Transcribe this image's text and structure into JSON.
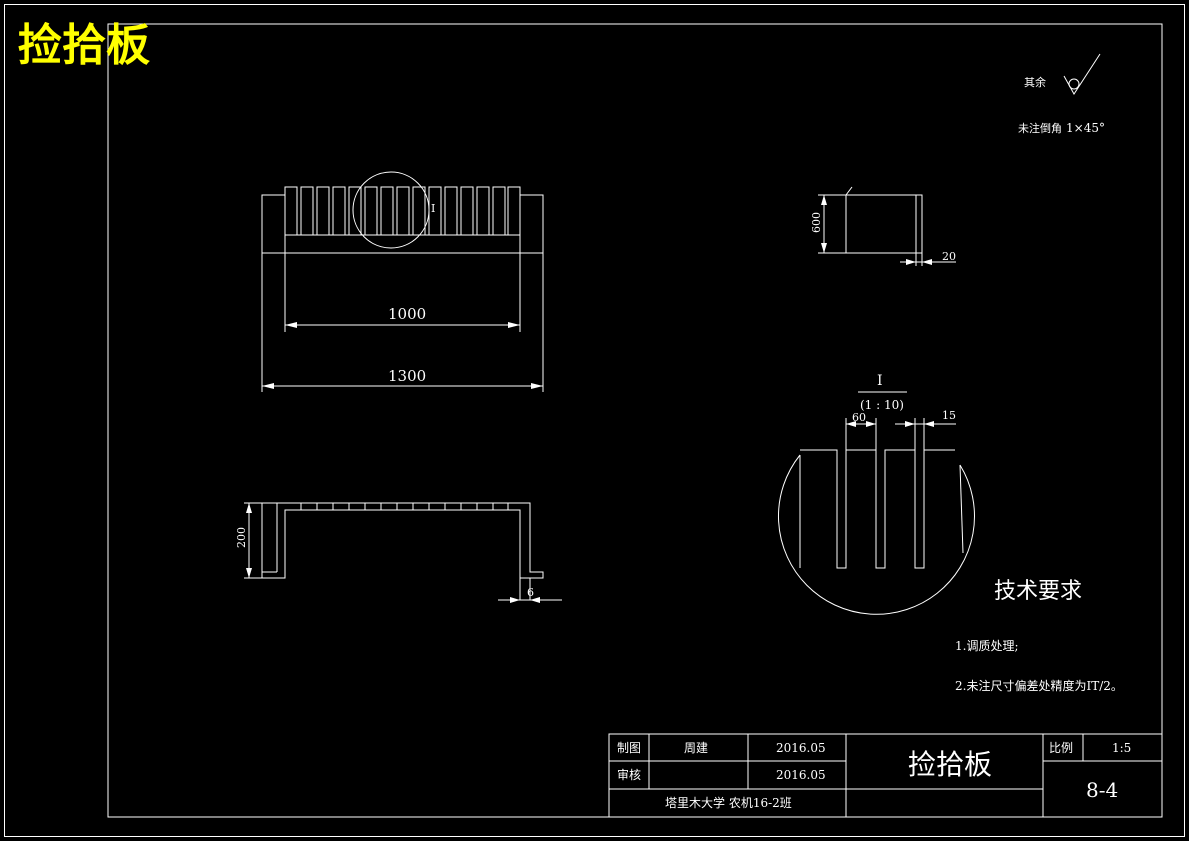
{
  "page_title": "捡拾板",
  "surface_finish": {
    "label": "其余"
  },
  "chamfer_note": {
    "label": "未注倒角",
    "value": "1×45°"
  },
  "front_view": {
    "dim_inner": "1000",
    "dim_overall": "1300",
    "detail_marker": "I"
  },
  "side_view": {
    "dim_height": "600",
    "dim_thickness": "20"
  },
  "bottom_view": {
    "dim_height": "200",
    "dim_foot": "6"
  },
  "detail_view": {
    "label": "I",
    "scale": "(1 : 10)",
    "dim_pitch": "60",
    "dim_slot": "15"
  },
  "tech_requirements": {
    "heading": "技术要求",
    "items": [
      "1.调质处理;",
      "2.未注尺寸偏差处精度为IT/2。"
    ]
  },
  "title_block": {
    "drawn_label": "制图",
    "drawn_by": "周建",
    "drawn_date": "2016.05",
    "checked_label": "审核",
    "checked_by": "",
    "checked_date": "2016.05",
    "organization": "塔里木大学 农机16-2班",
    "part_name": "捡拾板",
    "scale_label": "比例",
    "scale_value": "1:5",
    "drawing_number": "8-4"
  }
}
